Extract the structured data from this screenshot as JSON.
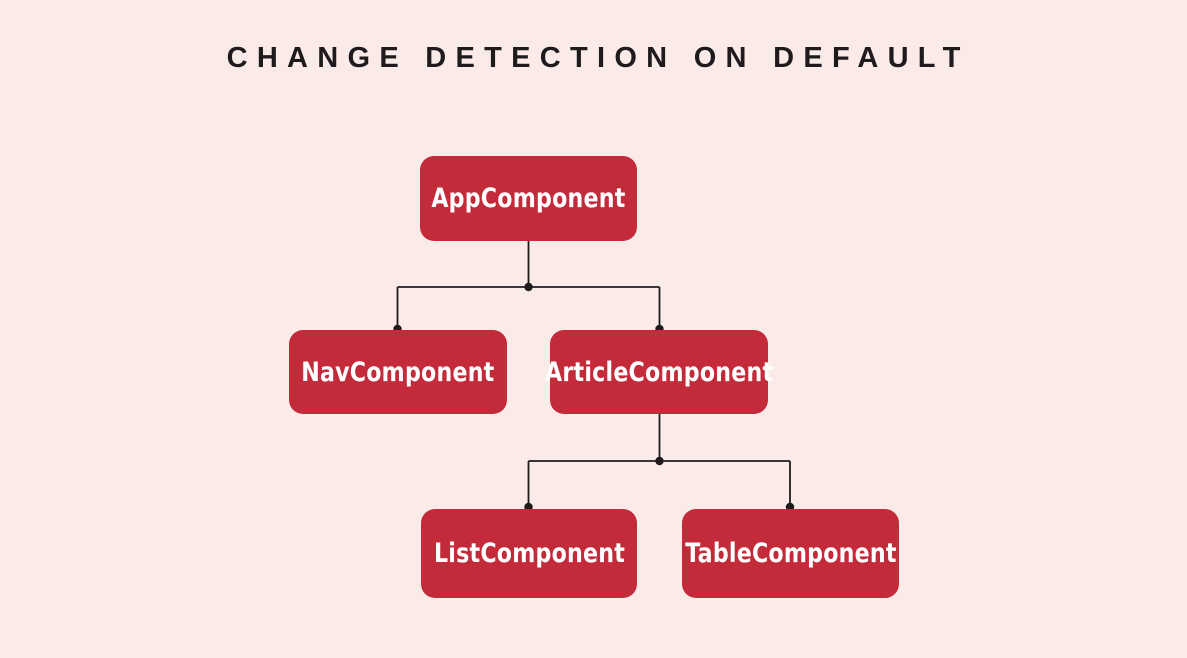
{
  "title": "CHANGE DETECTION ON DEFAULT",
  "colors": {
    "background": "#faebe9",
    "node_fill": "#c42b3a",
    "node_text": "#ffffff",
    "connector": "#1f1b1c",
    "title_text": "#1f1b1c"
  },
  "nodes": [
    {
      "id": "app",
      "label": "AppComponent"
    },
    {
      "id": "nav",
      "label": "NavComponent"
    },
    {
      "id": "article",
      "label": "ArticleComponent"
    },
    {
      "id": "list",
      "label": "ListComponent"
    },
    {
      "id": "table",
      "label": "TableComponent"
    }
  ],
  "edges": [
    {
      "from": "AppComponent",
      "to": "NavComponent"
    },
    {
      "from": "AppComponent",
      "to": "ArticleComponent"
    },
    {
      "from": "ArticleComponent",
      "to": "ListComponent"
    },
    {
      "from": "ArticleComponent",
      "to": "TableComponent"
    }
  ]
}
